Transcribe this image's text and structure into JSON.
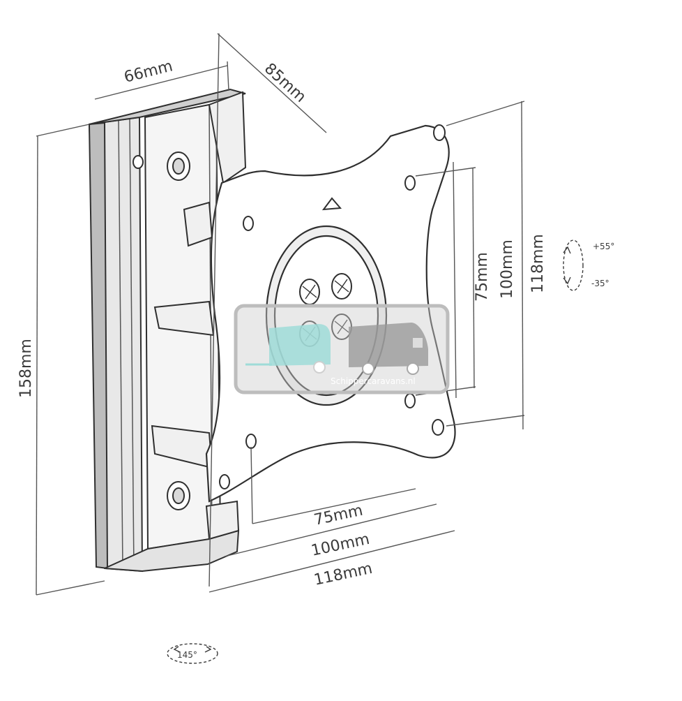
{
  "dimensions": {
    "top_width": "66mm",
    "depth": "85mm",
    "height_left": "158mm",
    "vesa_v_75": "75mm",
    "vesa_v_100": "100mm",
    "vesa_v_118": "118mm",
    "vesa_h_75": "75mm",
    "vesa_h_100": "100mm",
    "vesa_h_118": "118mm"
  },
  "tilt": {
    "up": "+55°",
    "down": "-35°"
  },
  "swivel": {
    "label": "145°"
  },
  "watermark": {
    "text": "Schippercaravans.nl"
  },
  "colors": {
    "line": "#4a4a4a",
    "dark": "#2f2f2f",
    "watermark_fill": "#cfcfcf",
    "watermark_van": "#9fdcd8"
  }
}
